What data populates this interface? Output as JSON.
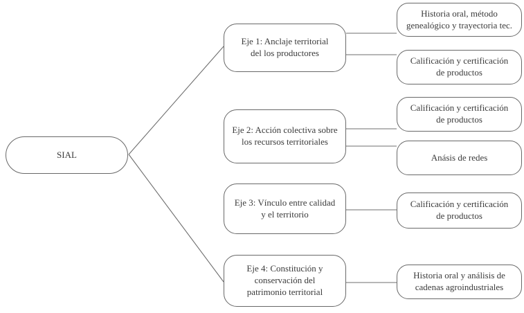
{
  "diagram": {
    "type": "tree",
    "colors": {
      "background": "#ffffff",
      "node_border": "#686868",
      "node_text": "#3b3b3b",
      "connector_line": "#6e6e6e"
    },
    "root": {
      "label": "SIAL"
    },
    "ejes": [
      {
        "label": "Eje 1: Anclaje territorial\ndel los productores"
      },
      {
        "label": "Eje 2: Acción colectiva sobre\nlos recursos territoriales"
      },
      {
        "label": "Eje 3: Vínculo entre calidad\ny el territorio"
      },
      {
        "label": "Eje 4: Constitución y\nconservación del\npatrimonio territorial"
      }
    ],
    "leaves": [
      {
        "label": "Historia oral, método\ngenealógico y trayectoria tec.",
        "parent": "Eje 1"
      },
      {
        "label": "Calificación y certificación\nde productos",
        "parent": "Eje 1"
      },
      {
        "label": "Calificación y certificación\nde productos",
        "parent": "Eje 2"
      },
      {
        "label": "Anásis de redes",
        "parent": "Eje 2"
      },
      {
        "label": "Calificación y certificación\nde productos",
        "parent": "Eje 3"
      },
      {
        "label": "Historia oral y análisis de\ncadenas agroindustriales",
        "parent": "Eje 4"
      }
    ]
  }
}
